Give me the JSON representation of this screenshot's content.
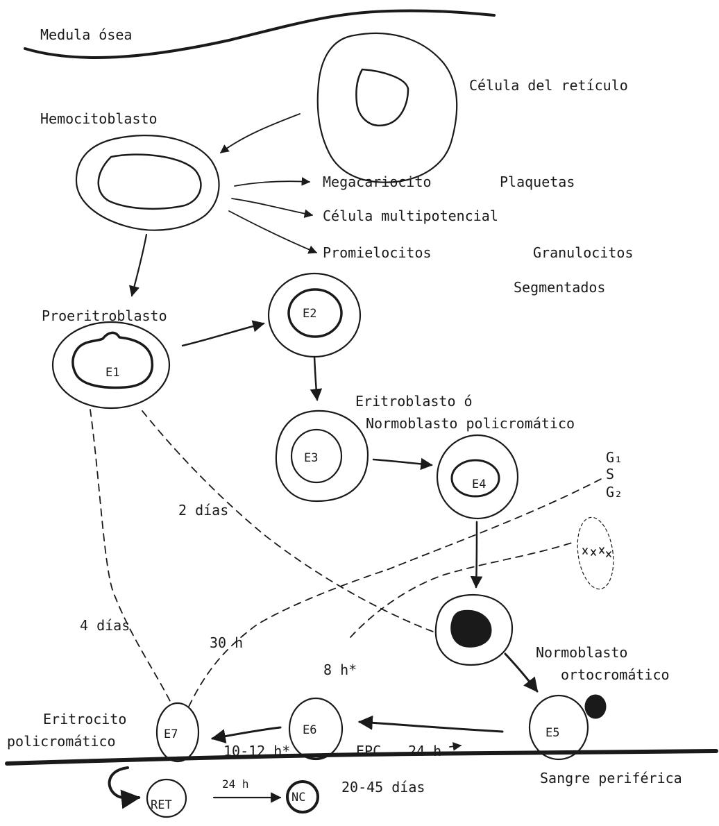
{
  "labels": {
    "medula": "Medula ósea",
    "celula_reticulo": "Célula del retículo",
    "hemocitoblasto": "Hemocitoblasto",
    "megacariocito": "Megacariocito",
    "plaquetas": "Plaquetas",
    "multipotencial": "Célula multipotencial",
    "promielocitos": "Promielocitos",
    "granulocitos": "Granulocitos",
    "segmentados": "Segmentados",
    "proeritroblasto": "Proeritroblasto",
    "eritroblasto": "Eritroblasto ó",
    "normoblasto_poli": "Normoblasto policromático",
    "normoblasto_orto_1": "Normoblasto",
    "normoblasto_orto_2": "ortocromático",
    "eritrocito_1": "Eritrocito",
    "eritrocito_2": "policromático",
    "sangre": "Sangre periférica"
  },
  "cells": {
    "e1": "E1",
    "e2": "E2",
    "e3": "E3",
    "e4": "E4",
    "e5": "E5",
    "e6": "E6",
    "e7": "E7",
    "ret": "RET",
    "nc": "NC"
  },
  "phases": {
    "g1": "G₁",
    "s": "S",
    "g2": "G₂"
  },
  "times": {
    "dos_dias": "2 días",
    "cuatro_dias": "4 días",
    "treinta_h": "30 h",
    "ocho_h": "8 h*",
    "diez_doce_h": "10-12 h*",
    "epc": "EPC",
    "veinticuatro_h": "24 h",
    "veinte_45": "20-45 días",
    "ret_24h": "24 h"
  },
  "colors": {
    "ink": "#1a1a1a",
    "paper": "#ffffff"
  }
}
